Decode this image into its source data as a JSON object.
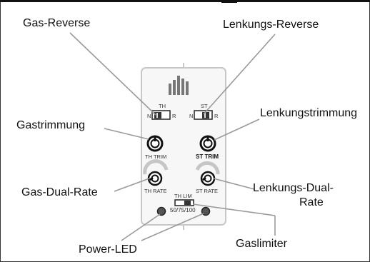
{
  "labels": {
    "gas_reverse": "Gas-Reverse",
    "steering_reverse": "Lenkungs-Reverse",
    "gas_trim": "Gastrimmung",
    "steering_trim": "Lenkungstrimmung",
    "gas_dual_rate": "Gas-Dual-Rate",
    "steering_dual_rate_line1": "Lenkungs-Dual-",
    "steering_dual_rate_line2": "Rate",
    "power_led": "Power-LED",
    "gas_limiter": "Gaslimiter"
  },
  "panel": {
    "th_switch_label": "TH",
    "st_switch_label": "ST",
    "n_left": "N",
    "r_left": "R",
    "n_right": "N",
    "r_right": "R",
    "th_trim_label": "TH TRIM",
    "st_trim_label": "ST TRIM",
    "th_rate_label": "TH RATE",
    "st_rate_label": "ST RATE",
    "th_lim_label": "TH LIM",
    "th_lim_values": "50/75/100"
  },
  "colors": {
    "panel_fill": "#f7f7f7",
    "panel_stroke": "#c8c8c8",
    "leader": "#9a9a9a",
    "knob_dark": "#222222",
    "led_fill": "#555555"
  }
}
